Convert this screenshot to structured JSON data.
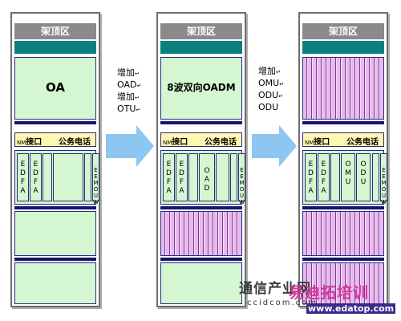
{
  "cabinet_title": "架顶区",
  "nm_label_prefix": "NM",
  "nm_label": "接口",
  "phone_label": "公务电话",
  "cabinet1": {
    "main_text": "OA",
    "cards": [
      "EDFA",
      "EDFA",
      "EEMOUW"
    ]
  },
  "annotation1": {
    "lines": [
      "增加",
      "OAD",
      "增加",
      "OTU"
    ],
    "marker": "↵"
  },
  "cabinet2": {
    "main_text": "8波双向OADM",
    "cards": [
      "EDFA",
      "EDFA",
      "OAD",
      "EEMOUW"
    ]
  },
  "annotation2": {
    "lines": [
      "增加",
      "OMU",
      "ODU",
      "ODU"
    ],
    "marker": "↵"
  },
  "cabinet3": {
    "cards": [
      "EDFA",
      "EDFA",
      "OMU",
      "ODU",
      "EEMOUW"
    ]
  },
  "watermark": {
    "line1": "通信产业网",
    "line2": "易迪拓培训",
    "url1": "ccidcom.com",
    "url2": "www.edatop.com"
  }
}
